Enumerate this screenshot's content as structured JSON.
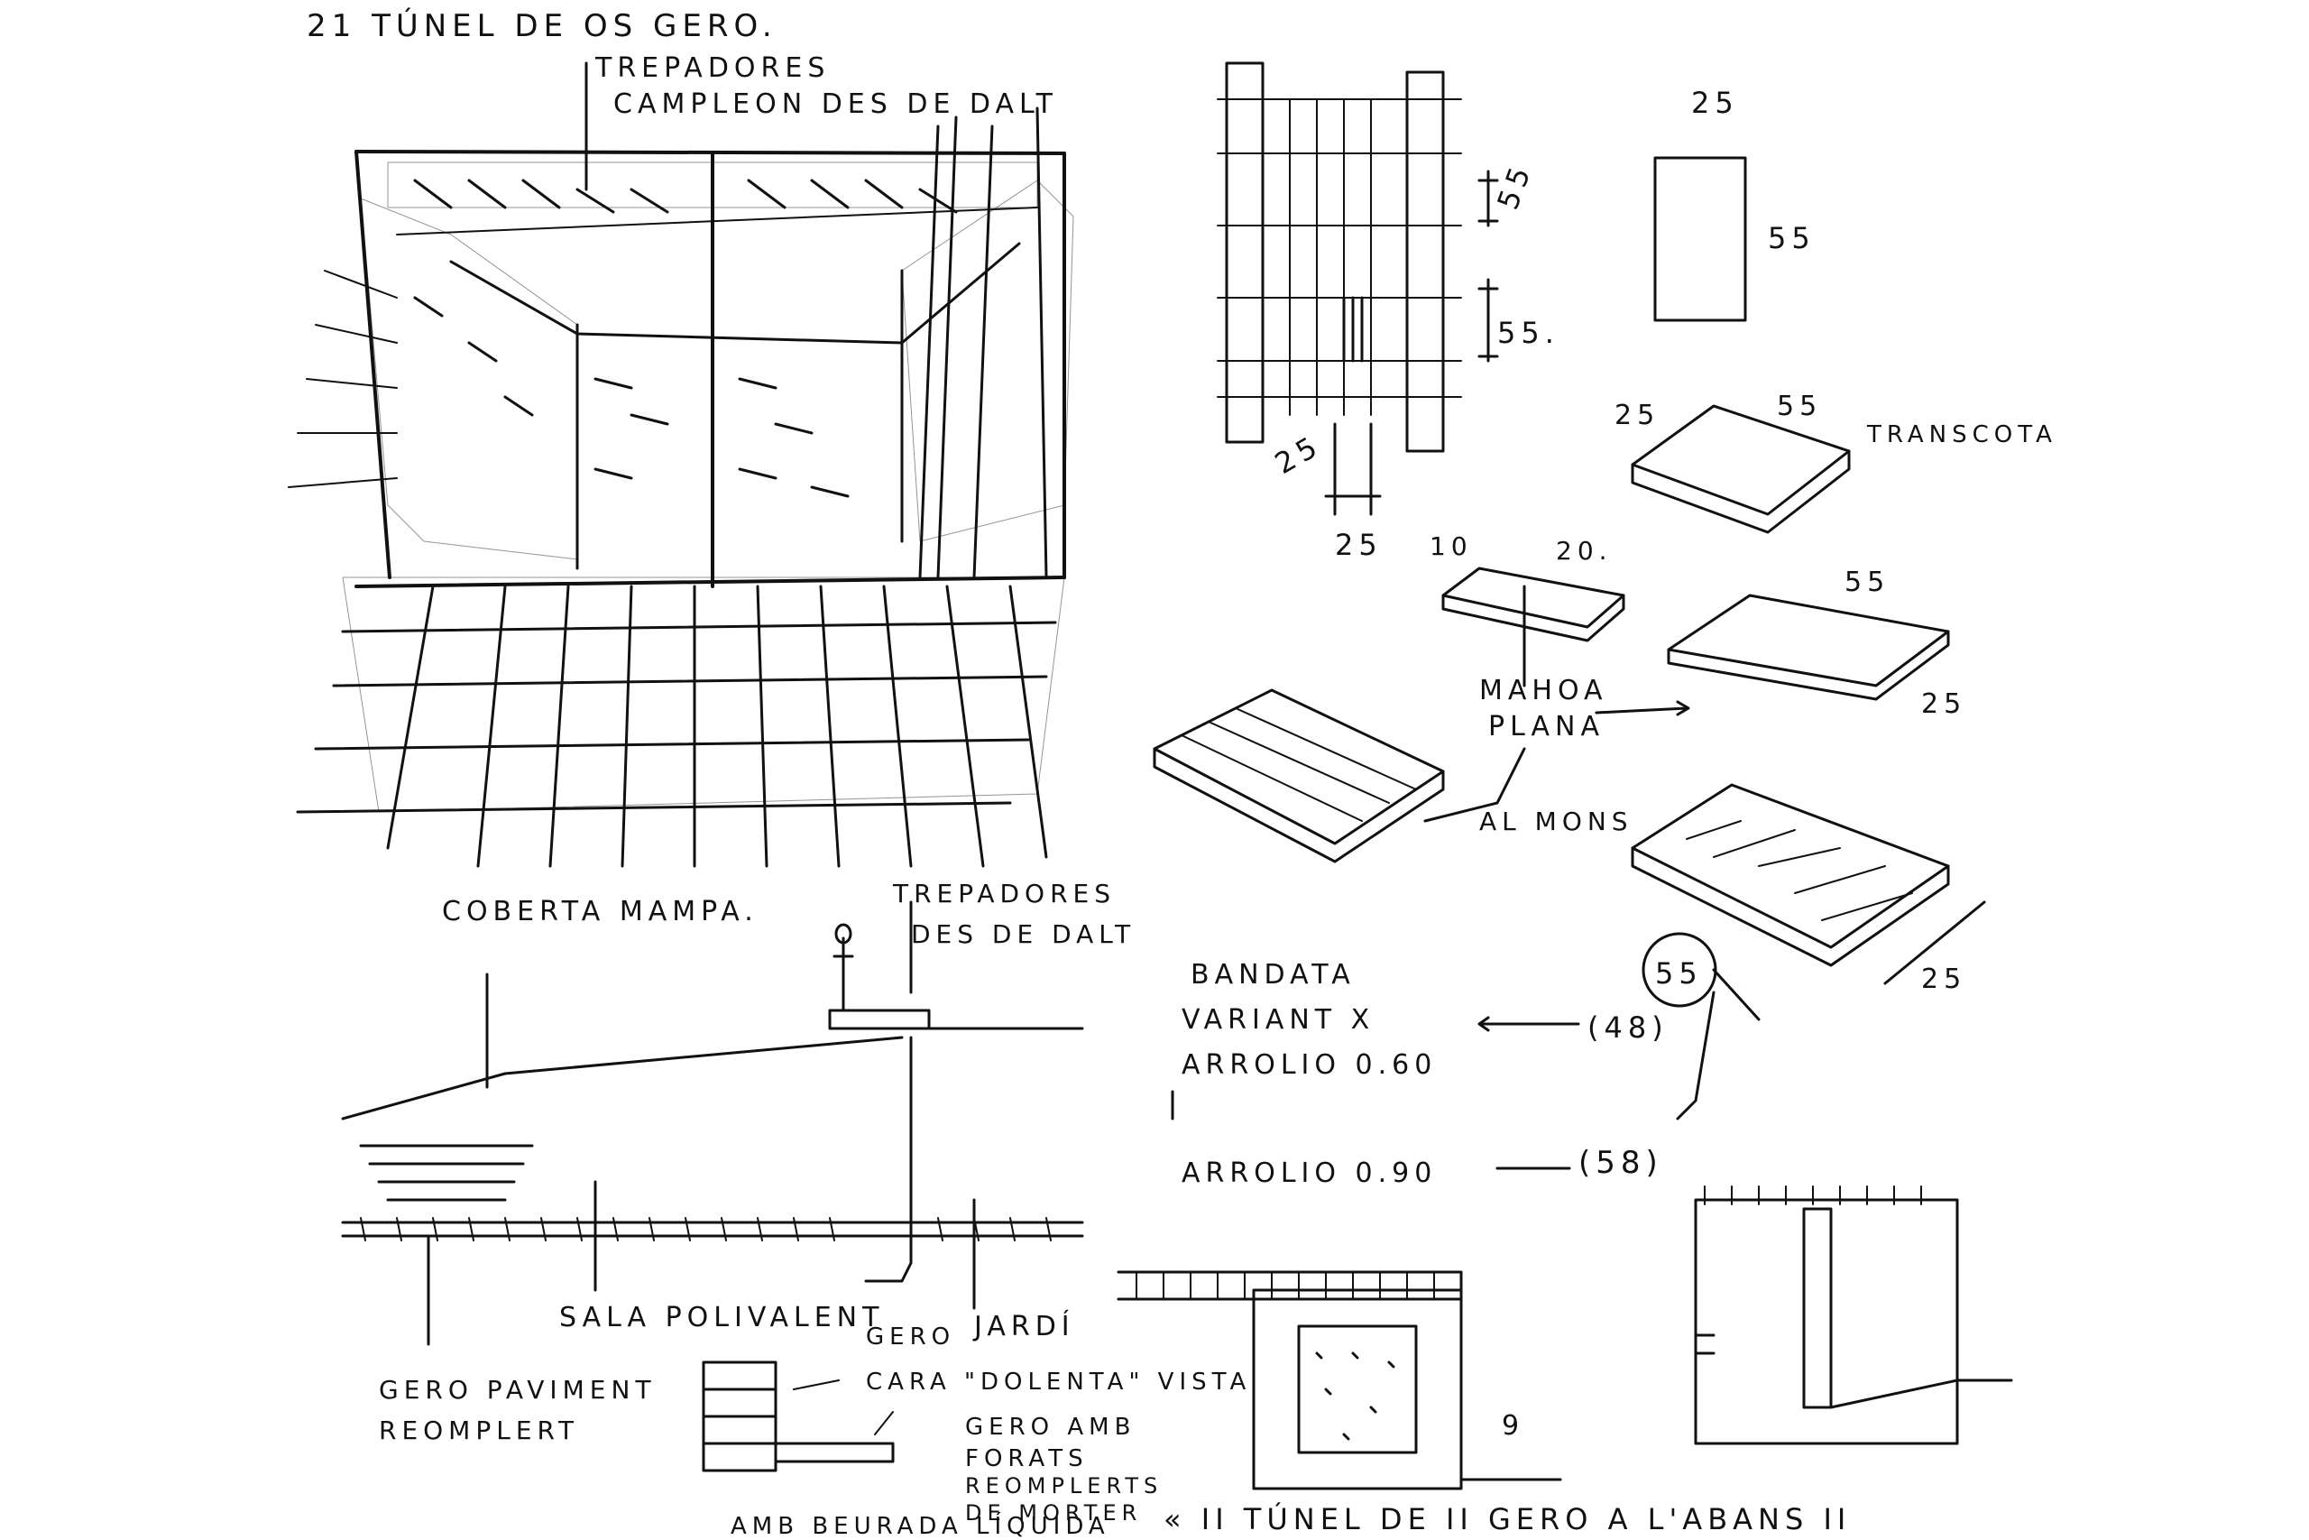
{
  "headings": {
    "top_left": "21 TÚNEL DE OS GERO.",
    "bottom_right": "« II TÚNEL DE II GERO A L'ABANS II"
  },
  "perspective_sketch": {
    "label_top": "TREPADORES",
    "label_top_2": "CAMPLEON DES DE DALT"
  },
  "section_sketch": {
    "label_roof": "COBERTA MAMPA.",
    "label_climber": "TREPADORES",
    "label_climber_2": "DES DE DALT",
    "label_hall": "SALA POLIVALENT",
    "label_garden": "JARDÍ",
    "label_paving": "GERO PAVIMENT",
    "label_paving_2": "REOMPLERT",
    "label_gero": "GERO",
    "label_face": "CARA \"DOLENTA\" VISTA",
    "label_gero_amb": "GERO AMB",
    "label_forats": "FORATS",
    "label_reompl": "REOMPLERTS",
    "label_morter": "DE MORTER",
    "label_bottom": "AMB BEURADA LÍQUIDA"
  },
  "dimension_sketch": {
    "d_top": "25",
    "d_side": "55",
    "d_grid_1": "55",
    "d_grid_2": "55.",
    "d_grid_3": "25",
    "d_grid_4": "25",
    "brick_25": "25",
    "brick_55": "55",
    "brick_name": "TRANSCOTA",
    "small_10": "10",
    "small_20": "20.",
    "plank_55": "55",
    "plank_25": "25",
    "mahon_1": "MAHOA",
    "mahon_2": "PLANA",
    "al_mons": "AL MONS",
    "dim_25b": "25",
    "bandata_1": "BANDATA",
    "bandata_2": "VARIANT X",
    "bandata_3": "ARROLIO 0.60",
    "circle_55": "55",
    "paren_48": "(48)",
    "arrolio_2": "ARROLIO 0.90",
    "paren_58": "(58)",
    "small_q": "9"
  }
}
